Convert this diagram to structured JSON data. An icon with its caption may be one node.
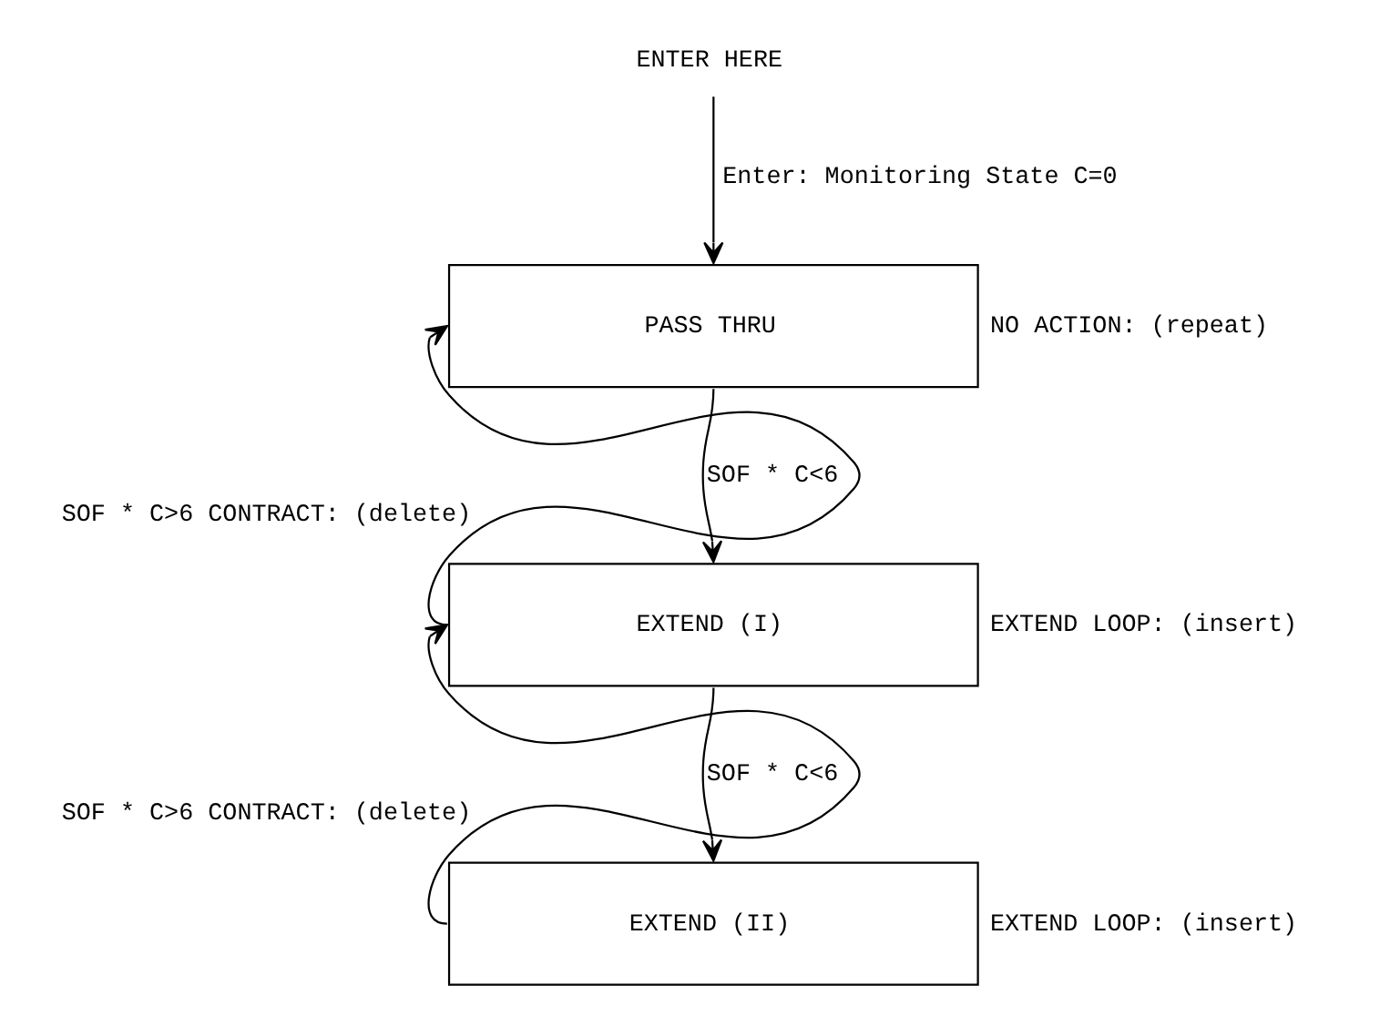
{
  "diagram": {
    "nodes": [
      {
        "text": [
          "ENTER HERE"
        ]
      },
      {
        "text": [
          "PASS THRU"
        ],
        "beside": [
          "NO ACTION: (repeat)"
        ]
      },
      {
        "text": [
          "EXTEND (I)"
        ],
        "beside": [
          "EXTEND LOOP: (insert)"
        ]
      },
      {
        "text": [
          "EXTEND (II)"
        ],
        "beside": [
          "EXTEND LOOP: (insert)"
        ]
      }
    ],
    "edges": [
      {
        "from": 0,
        "to": 1,
        "arrow": "to",
        "label": "Enter: Monitoring State C=0"
      },
      {
        "from": 1,
        "to": 2,
        "arrow": "to",
        "label": "SOF * C<6"
      },
      {
        "from": 2,
        "to": 1,
        "arrow": "to",
        "label": "SOF * C>6 CONTRACT: (delete)"
      },
      {
        "from": 2,
        "to": 3,
        "arrow": "to",
        "label": "SOF * C<6"
      },
      {
        "from": 3,
        "to": 2,
        "arrow": "to",
        "label": "SOF * C>6 CONTRACT: (delete)"
      }
    ]
  }
}
